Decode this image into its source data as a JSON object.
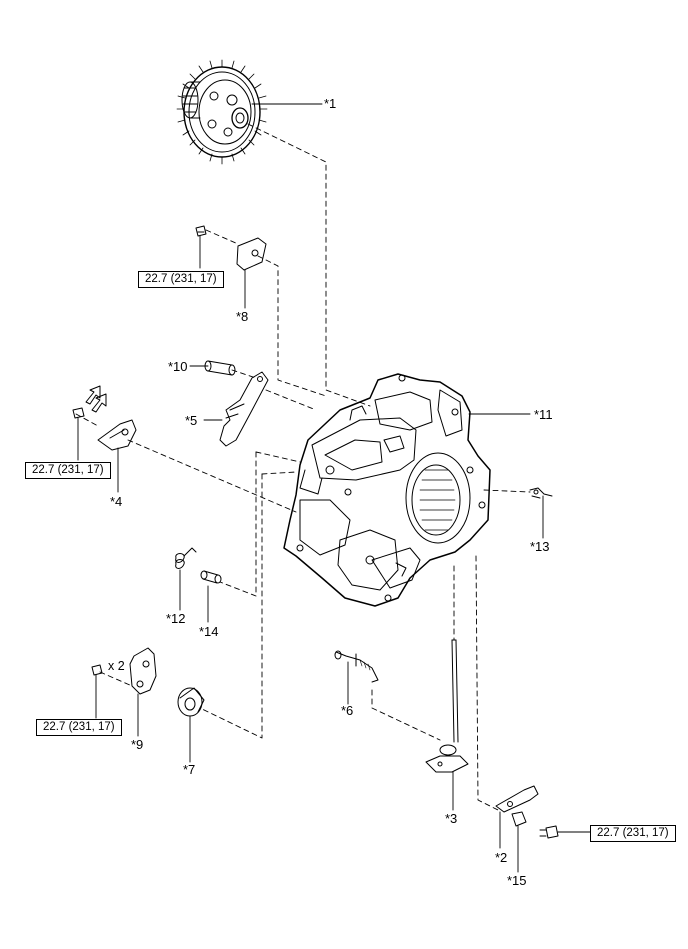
{
  "colors": {
    "line": "#000000",
    "background": "#ffffff"
  },
  "parts": {
    "p1": {
      "label": "*1"
    },
    "p2": {
      "label": "*2"
    },
    "p3": {
      "label": "*3"
    },
    "p4": {
      "label": "*4"
    },
    "p5": {
      "label": "*5"
    },
    "p6": {
      "label": "*6"
    },
    "p7": {
      "label": "*7"
    },
    "p8": {
      "label": "*8"
    },
    "p9": {
      "label": "*9"
    },
    "p10": {
      "label": "*10"
    },
    "p11": {
      "label": "*11"
    },
    "p12": {
      "label": "*12"
    },
    "p13": {
      "label": "*13"
    },
    "p14": {
      "label": "*14"
    },
    "p15": {
      "label": "*15"
    }
  },
  "torques": {
    "t8": "22.7 (231, 17)",
    "t4": "22.7 (231, 17)",
    "t9": "22.7 (231, 17)",
    "t15": "22.7 (231, 17)"
  },
  "quantities": {
    "q9": "x 2"
  }
}
